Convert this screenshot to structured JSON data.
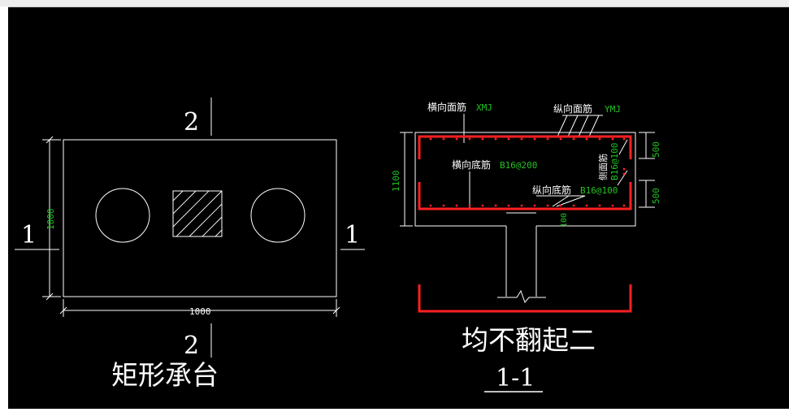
{
  "plan": {
    "title": "矩形承台",
    "dim_width": "1000",
    "dim_height": "1000",
    "section_top": "2",
    "section_bottom": "2",
    "section_left": "1",
    "section_right": "1"
  },
  "section": {
    "title_main": "均不翻起二",
    "title_sub": "1-1",
    "label_transverse_top": "横向面筋",
    "code_transverse_top": "XMJ",
    "label_longitudinal_top": "纵向面筋",
    "code_longitudinal_top": "YMJ",
    "label_transverse_bottom": "横向底筋",
    "spec_transverse_bottom": "B16@200",
    "label_longitudinal_bottom": "纵向底筋",
    "spec_longitudinal_bottom": "B16@100",
    "label_side": "侧面筋",
    "spec_side": "B16@100",
    "dim_height": "1100",
    "dim_upper": "500",
    "dim_lower": "500",
    "dim_bottom": "100"
  },
  "colors": {
    "background": "#000000",
    "lines": "#ffffff",
    "rebar": "#ff2020",
    "dimension_text": "#22c322"
  }
}
